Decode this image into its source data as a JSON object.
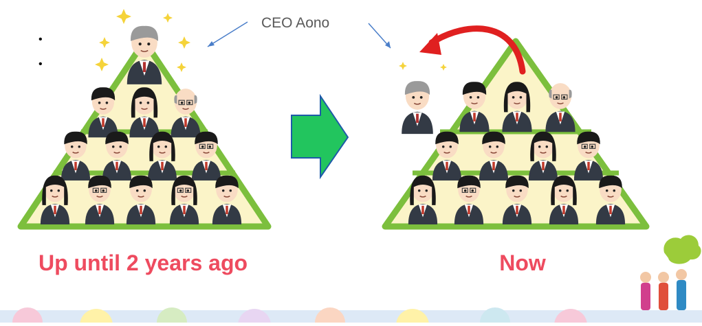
{
  "slide": {
    "ceo_label": "CEO Aono",
    "before_caption": "Up until 2 years ago",
    "after_caption": "Now",
    "bullets": [
      "•",
      "•"
    ]
  },
  "colors": {
    "caption": "#ee4b5f",
    "ceo_label": "#595959",
    "pointer_line": "#4a7ec9",
    "pyramid_frame": "#7cbf3d",
    "pyramid_fill": "#fbf4c8",
    "advance_arrow": "#22c55e",
    "advance_arrow_border": "#1e5aa8",
    "return_arrow": "#e02020",
    "sparkle": "#f5d33a",
    "suit": "#333a45",
    "skin": "#f9dcc4",
    "hair": "#1a1a1a",
    "hair_gray": "#9a9a9a"
  },
  "icons": {
    "ceo": "ceo-figure-icon",
    "employee": "employee-figure-icon",
    "sparkle": "sparkle-icon",
    "advance": "right-arrow-icon",
    "return": "curved-arrow-icon",
    "people": "people-group-icon"
  }
}
